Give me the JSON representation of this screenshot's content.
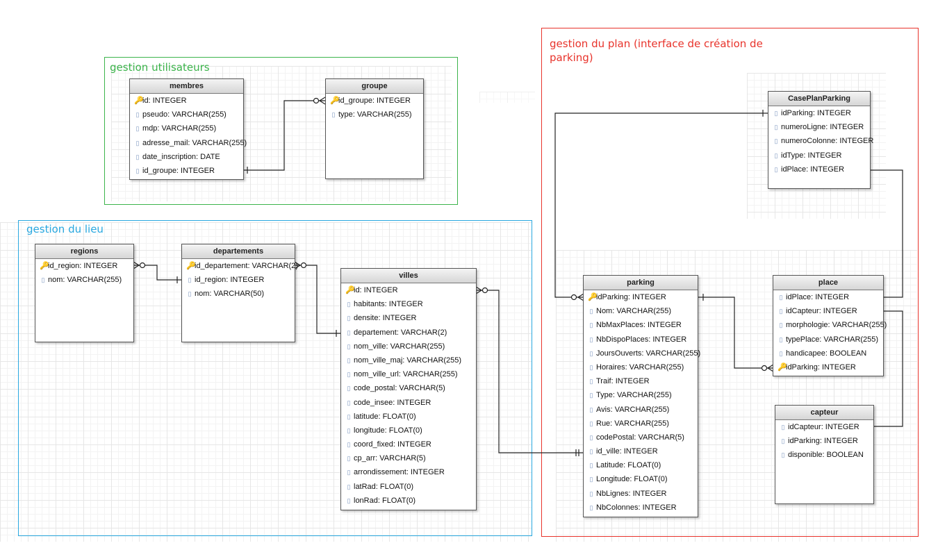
{
  "groups": {
    "users": {
      "label": "gestion utilisateurs",
      "color": "#3cb44b"
    },
    "lieu": {
      "label": "gestion du lieu",
      "color": "#29a8e0"
    },
    "plan": {
      "label": "gestion du plan (interface de création de parking)",
      "color": "#e8332b"
    }
  },
  "tables": {
    "membres": {
      "title": "membres",
      "fields": [
        {
          "key": "pk",
          "text": "id: INTEGER"
        },
        {
          "key": "col",
          "text": "pseudo: VARCHAR(255)"
        },
        {
          "key": "col",
          "text": "mdp: VARCHAR(255)"
        },
        {
          "key": "col",
          "text": "adresse_mail: VARCHAR(255)"
        },
        {
          "key": "col",
          "text": "date_inscription: DATE"
        },
        {
          "key": "col",
          "text": "id_groupe: INTEGER"
        }
      ]
    },
    "groupe": {
      "title": "groupe",
      "fields": [
        {
          "key": "pk",
          "text": "id_groupe: INTEGER"
        },
        {
          "key": "col",
          "text": "type: VARCHAR(255)"
        }
      ]
    },
    "regions": {
      "title": "regions",
      "fields": [
        {
          "key": "pk",
          "text": "id_region: INTEGER"
        },
        {
          "key": "col",
          "text": "nom: VARCHAR(255)"
        }
      ]
    },
    "departements": {
      "title": "departements",
      "fields": [
        {
          "key": "pk",
          "text": "id_departement: VARCHAR(2)"
        },
        {
          "key": "col",
          "text": "id_region: INTEGER"
        },
        {
          "key": "col",
          "text": "nom: VARCHAR(50)"
        }
      ]
    },
    "villes": {
      "title": "villes",
      "fields": [
        {
          "key": "pk",
          "text": "id: INTEGER"
        },
        {
          "key": "col",
          "text": "habitants: INTEGER"
        },
        {
          "key": "col",
          "text": "densite: INTEGER"
        },
        {
          "key": "col",
          "text": "departement: VARCHAR(2)"
        },
        {
          "key": "col",
          "text": "nom_ville: VARCHAR(255)"
        },
        {
          "key": "col",
          "text": "nom_ville_maj: VARCHAR(255)"
        },
        {
          "key": "col",
          "text": "nom_ville_url: VARCHAR(255)"
        },
        {
          "key": "col",
          "text": "code_postal: VARCHAR(5)"
        },
        {
          "key": "col",
          "text": "code_insee: INTEGER"
        },
        {
          "key": "col",
          "text": "latitude: FLOAT(0)"
        },
        {
          "key": "col",
          "text": "longitude: FLOAT(0)"
        },
        {
          "key": "col",
          "text": "coord_fixed: INTEGER"
        },
        {
          "key": "col",
          "text": "cp_arr: VARCHAR(5)"
        },
        {
          "key": "col",
          "text": "arrondissement: INTEGER"
        },
        {
          "key": "col",
          "text": "latRad: FLOAT(0)"
        },
        {
          "key": "col",
          "text": "lonRad: FLOAT(0)"
        }
      ]
    },
    "caseplan": {
      "title": "CasePlanParking",
      "fields": [
        {
          "key": "col",
          "text": "idParking: INTEGER"
        },
        {
          "key": "col",
          "text": "numeroLigne: INTEGER"
        },
        {
          "key": "col",
          "text": "numeroColonne: INTEGER"
        },
        {
          "key": "col",
          "text": "idType: INTEGER"
        },
        {
          "key": "col",
          "text": "idPlace: INTEGER"
        }
      ]
    },
    "parking": {
      "title": "parking",
      "fields": [
        {
          "key": "pk",
          "text": "idParking: INTEGER"
        },
        {
          "key": "col",
          "text": "Nom: VARCHAR(255)"
        },
        {
          "key": "col",
          "text": "NbMaxPlaces: INTEGER"
        },
        {
          "key": "col",
          "text": "NbDispoPlaces: INTEGER"
        },
        {
          "key": "col",
          "text": "JoursOuverts: VARCHAR(255)"
        },
        {
          "key": "col",
          "text": "Horaires: VARCHAR(255)"
        },
        {
          "key": "col",
          "text": "Traif: INTEGER"
        },
        {
          "key": "col",
          "text": "Type: VARCHAR(255)"
        },
        {
          "key": "col",
          "text": "Avis: VARCHAR(255)"
        },
        {
          "key": "col",
          "text": "Rue: VARCHAR(255)"
        },
        {
          "key": "col",
          "text": "codePostal: VARCHAR(5)"
        },
        {
          "key": "col",
          "text": "id_ville: INTEGER"
        },
        {
          "key": "col",
          "text": "Latitude: FLOAT(0)"
        },
        {
          "key": "col",
          "text": "Longitude: FLOAT(0)"
        },
        {
          "key": "col",
          "text": "NbLignes: INTEGER"
        },
        {
          "key": "col",
          "text": "NbColonnes: INTEGER"
        }
      ]
    },
    "place": {
      "title": "place",
      "fields": [
        {
          "key": "col",
          "text": "idPlace: INTEGER"
        },
        {
          "key": "col",
          "text": "idCapteur: INTEGER"
        },
        {
          "key": "col",
          "text": "morphologie: VARCHAR(255)"
        },
        {
          "key": "col",
          "text": "typePlace: VARCHAR(255)"
        },
        {
          "key": "col",
          "text": "handicapee: BOOLEAN"
        },
        {
          "key": "fk",
          "text": "idParking: INTEGER"
        }
      ]
    },
    "capteur": {
      "title": "capteur",
      "fields": [
        {
          "key": "col",
          "text": "idCapteur: INTEGER"
        },
        {
          "key": "col",
          "text": "idParking: INTEGER"
        },
        {
          "key": "col",
          "text": "disponible: BOOLEAN"
        }
      ]
    }
  },
  "icons": {
    "pk": "key-icon",
    "col": "column-icon",
    "fk": "foreign-key-icon"
  }
}
